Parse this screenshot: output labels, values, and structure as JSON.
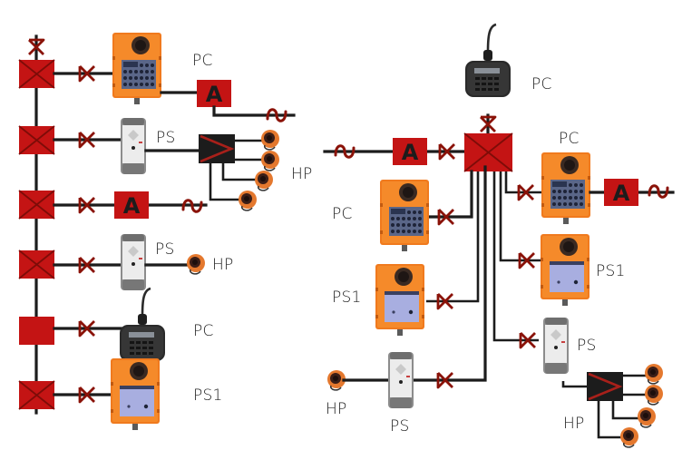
{
  "diagram": {
    "title": "",
    "colors": {
      "junction_box": "#c41414",
      "amplifier": "#c41414",
      "valve_symbol": "#8a1208",
      "wire": "#1c1c1c",
      "device_orange": "#f07a1e",
      "label": "#222222"
    },
    "legend_symbols": {
      "junction_box": "junction-box-icon",
      "amplifier": "A",
      "splitter": "splitter-icon",
      "barrier": "barrier-valve-icon",
      "line_out": "tilde-wave-icon"
    },
    "left_system": {
      "rows": [
        {
          "device": "industrial-telephone-keypad",
          "label": "PC",
          "amplifier": "A",
          "output": "~"
        },
        {
          "device": "wall-intercom",
          "label": "PS",
          "splitter": true,
          "speakers": 4,
          "speaker_label": "HP"
        },
        {
          "device": "amplifier",
          "label": "A",
          "output": "~"
        },
        {
          "device": "wall-intercom",
          "label": "PS",
          "speaker_label": "HP"
        },
        {
          "device": "desk-microphone-console",
          "label": "PC"
        },
        {
          "device": "industrial-speaker-station",
          "label": "PS1"
        }
      ]
    },
    "right_system": {
      "hub": {
        "top_device": {
          "device": "desk-microphone-console",
          "label": "PC"
        },
        "left_line": {
          "amplifier": "A",
          "output": "~"
        }
      },
      "branches": [
        {
          "side": "right",
          "device": "industrial-telephone-keypad",
          "label": "PC",
          "amplifier": "A",
          "output": "~"
        },
        {
          "side": "left",
          "device": "industrial-telephone-keypad",
          "label": "PC"
        },
        {
          "side": "right",
          "device": "industrial-speaker-station",
          "label": "PS1"
        },
        {
          "side": "left",
          "device": "industrial-speaker-station",
          "label": "PS1"
        },
        {
          "side": "right",
          "device": "wall-intercom",
          "label": "PS",
          "splitter": true,
          "speakers": 4,
          "speaker_label": "HP"
        },
        {
          "side": "left",
          "device": "wall-intercom",
          "label": "PS",
          "speaker_label": "HP"
        }
      ]
    },
    "labels": {
      "l_pc1": "PC",
      "l_ps1": "PS",
      "l_hp1": "HP",
      "l_ps2": "PS",
      "l_hp2": "HP",
      "l_pc2": "PC",
      "l_ps1b": "PS1",
      "r_pc_top": "PC",
      "r_pc_right": "PC",
      "r_pc_left": "PC",
      "r_ps1_right": "PS1",
      "r_ps1_left": "PS1",
      "r_ps_right": "PS",
      "r_hp_right": "HP",
      "r_hp_left": "HP",
      "r_ps_left": "PS",
      "amp": "A"
    }
  }
}
